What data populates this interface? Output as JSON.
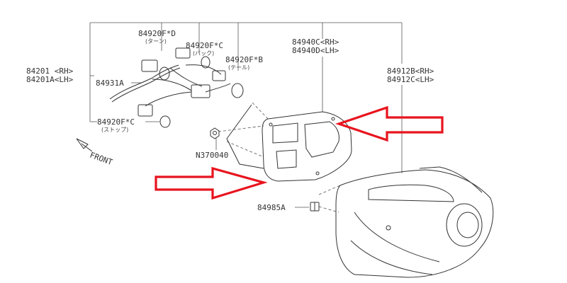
{
  "labels": {
    "bulb_turn": {
      "code": "84920F*D",
      "sub": "(ターン)"
    },
    "bulb_backup": {
      "code": "84920F*C",
      "sub": "(バック)"
    },
    "bulb_tail": {
      "code": "84920F*B",
      "sub": "(テール)"
    },
    "bulb_stop": {
      "code": "84920F*C",
      "sub": "(ストップ)"
    },
    "lamp_assy": {
      "rh": "84201 <RH>",
      "lh": "84201A<LH>"
    },
    "socket": {
      "code": "84931A"
    },
    "gasket": {
      "rh": "84940C<RH>",
      "lh": "84940D<LH>"
    },
    "lens": {
      "rh": "84912B<RH>",
      "lh": "84912C<LH>"
    },
    "nut": {
      "code": "N370040"
    },
    "clip": {
      "code": "84985A"
    },
    "front": {
      "text": "FRONT"
    }
  },
  "colors": {
    "arrow": "#e8141e",
    "line": "#555555"
  },
  "arrows": [
    {
      "name": "gasket-pointer-arrow",
      "direction": "left"
    },
    {
      "name": "lens-pointer-arrow",
      "direction": "right"
    }
  ]
}
